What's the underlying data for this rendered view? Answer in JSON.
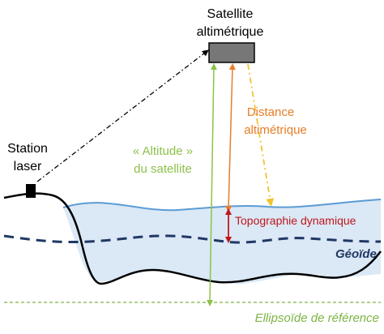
{
  "labels": {
    "satellite_line1": "Satellite",
    "satellite_line2": "altimétrique",
    "station_line1": "Station",
    "station_line2": "laser",
    "altitude_line1": "« Altitude »",
    "altitude_line2": "du satellite",
    "distance_line1": "Distance",
    "distance_line2": "altimétrique",
    "topography": "Topographie dynamique",
    "geoid": "Géoïde",
    "ellipsoid": "Ellipsoïde de référence"
  },
  "colors": {
    "altitude": "#8dc14a",
    "distance": "#e87d25",
    "topography": "#c0161c",
    "geoid_text": "#1f3864",
    "ellipsoid": "#7cb544",
    "yellow_beam": "#f2c230",
    "sea_fill": "#dbe8f5",
    "sea_line": "#5b9bd5",
    "satellite_body": "#777777"
  }
}
